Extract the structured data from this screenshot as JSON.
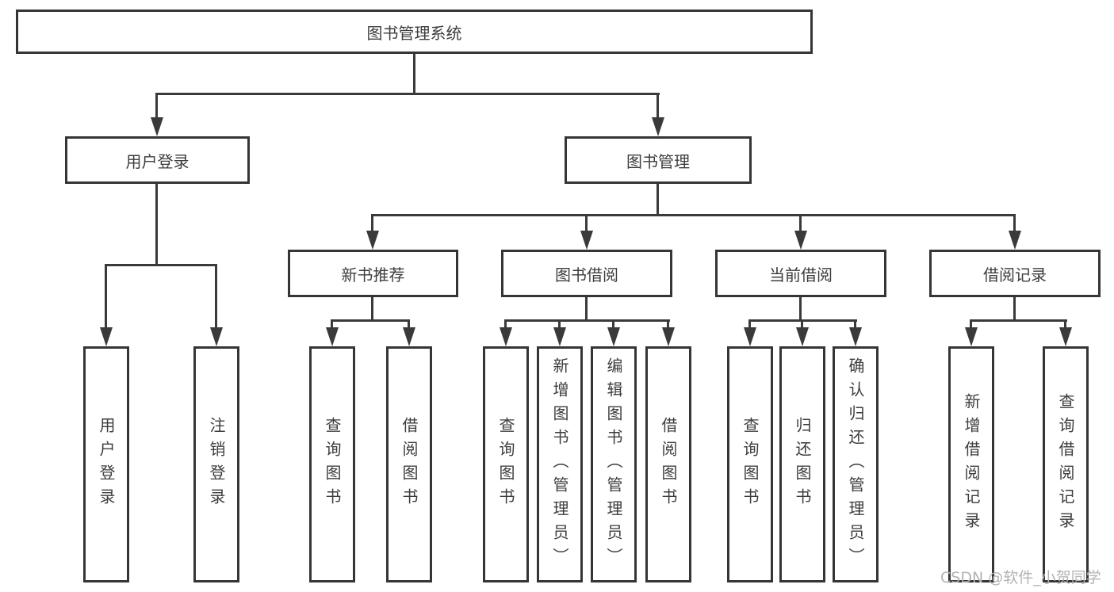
{
  "diagram_title": "图书管理系统",
  "tree": {
    "root": {
      "label": "图书管理系统",
      "children": [
        {
          "label": "用户登录",
          "children": [
            {
              "label": "用户登录"
            },
            {
              "label": "注销登录"
            }
          ]
        },
        {
          "label": "图书管理",
          "children": [
            {
              "label": "新书推荐",
              "children": [
                {
                  "label": "查询图书"
                },
                {
                  "label": "借阅图书"
                }
              ]
            },
            {
              "label": "图书借阅",
              "children": [
                {
                  "label": "查询图书"
                },
                {
                  "label": "新增图书（管理员）"
                },
                {
                  "label": "编辑图书（管理员）"
                },
                {
                  "label": "借阅图书"
                }
              ]
            },
            {
              "label": "当前借阅",
              "children": [
                {
                  "label": "查询图书"
                },
                {
                  "label": "归还图书"
                },
                {
                  "label": "确认归还（管理员）"
                }
              ]
            },
            {
              "label": "借阅记录",
              "children": [
                {
                  "label": "新增借阅记录"
                },
                {
                  "label": "查询借阅记录"
                }
              ]
            }
          ]
        }
      ]
    }
  },
  "watermark": "CSDN @软件_小贺同学",
  "colors": {
    "line": "#3a3a3a",
    "border": "#353535",
    "text": "#3d3d3d",
    "background": "#ffffff",
    "watermark": "#b3b3b3"
  }
}
